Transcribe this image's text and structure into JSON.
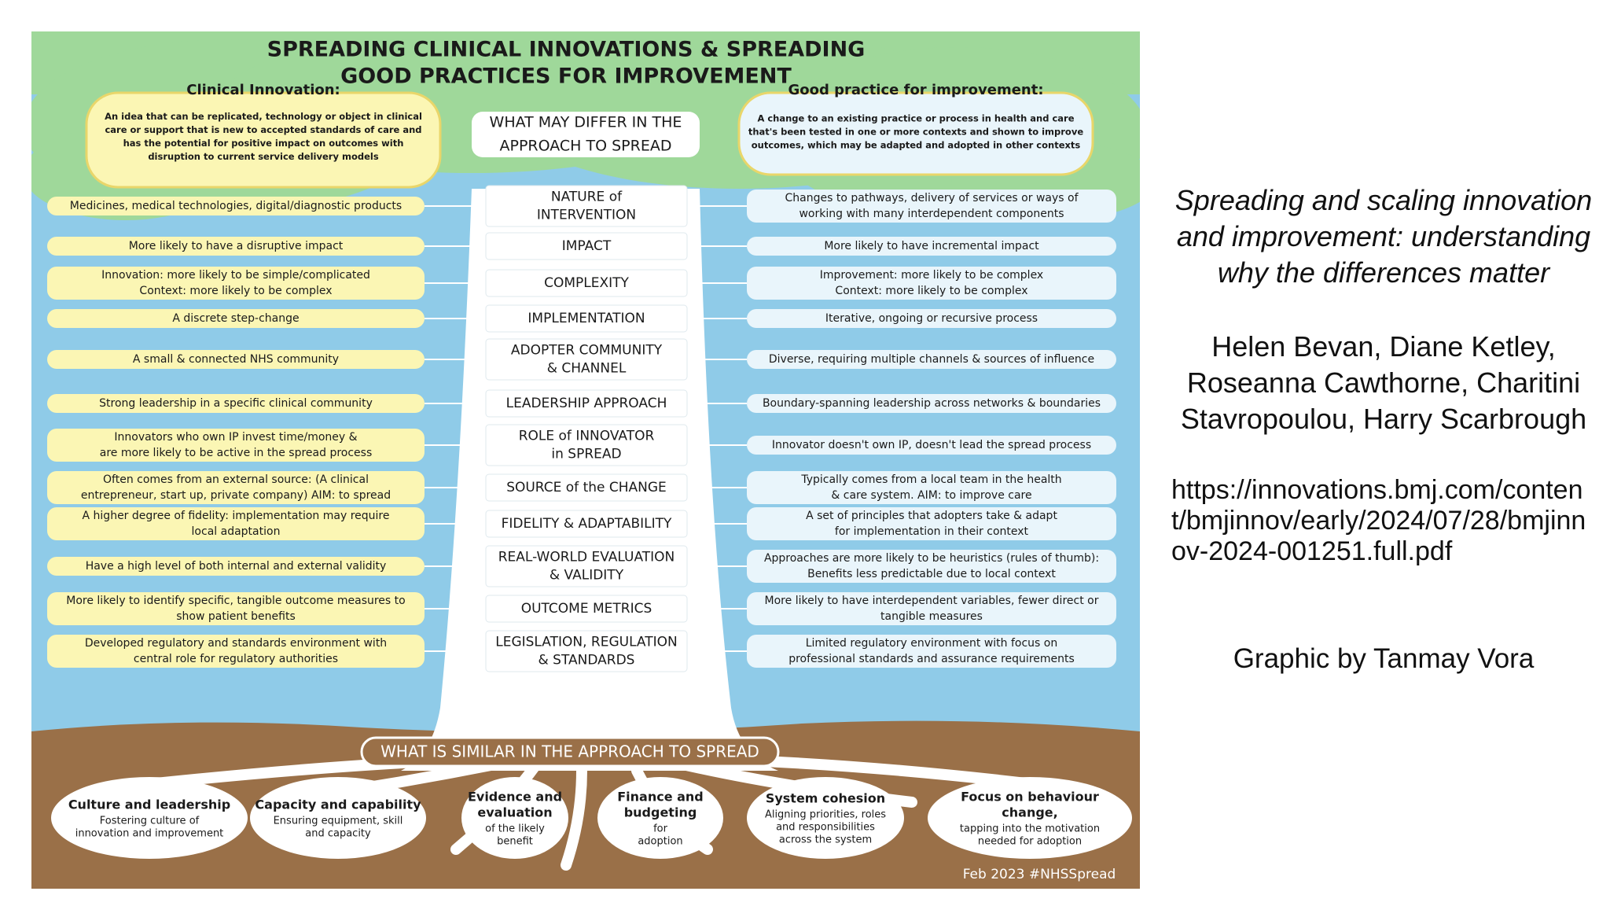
{
  "graphic": {
    "title_line1": "SPREADING CLINICAL INNOVATIONS & SPREADING",
    "title_line2": "GOOD PRACTICES FOR IMPROVEMENT",
    "clinical": {
      "heading": "Clinical Innovation:",
      "lines": [
        "An idea that can be replicated, technology or object in clinical",
        "care or support that is new to accepted standards of care and",
        "has the potential for positive impact on outcomes with",
        "disruption to current service delivery models"
      ]
    },
    "good_practice": {
      "heading": "Good practice for improvement:",
      "lines": [
        "A change to an existing practice or process in health and care",
        "that's been tested in one or more contexts and shown to improve",
        "outcomes, which may be adapted and adopted in other contexts"
      ]
    },
    "differ_lines": [
      "WHAT MAY DIFFER IN THE",
      "APPROACH TO SPREAD"
    ],
    "similar_label": "WHAT IS SIMILAR IN THE APPROACH TO SPREAD",
    "rows": [
      {
        "center": [
          "NATURE of",
          "INTERVENTION"
        ],
        "left": [
          "Medicines, medical technologies, digital/diagnostic products"
        ],
        "right": [
          "Changes to pathways, delivery of services or ways of",
          "working with many interdependent components"
        ]
      },
      {
        "center": [
          "IMPACT"
        ],
        "left": [
          "More likely to have a disruptive impact"
        ],
        "right": [
          "More likely to have incremental impact"
        ]
      },
      {
        "center": [
          "COMPLEXITY"
        ],
        "left": [
          "Innovation: more likely to be simple/complicated",
          "Context: more likely to be complex"
        ],
        "right": [
          "Improvement: more likely to be complex",
          "Context: more likely to be complex"
        ]
      },
      {
        "center": [
          "IMPLEMENTATION"
        ],
        "left": [
          "A discrete step-change"
        ],
        "right": [
          "Iterative, ongoing or recursive process"
        ]
      },
      {
        "center": [
          "ADOPTER COMMUNITY",
          "& CHANNEL"
        ],
        "left": [
          "A small & connected NHS community"
        ],
        "right": [
          "Diverse, requiring multiple channels & sources of influence"
        ]
      },
      {
        "center": [
          "LEADERSHIP APPROACH"
        ],
        "left": [
          "Strong leadership in a specific clinical community"
        ],
        "right": [
          "Boundary-spanning leadership across networks & boundaries"
        ]
      },
      {
        "center": [
          "ROLE of INNOVATOR",
          "in SPREAD"
        ],
        "left": [
          "Innovators who own IP invest time/money &",
          "are more likely to be active in the spread process"
        ],
        "right": [
          "Innovator doesn't own IP, doesn't lead the spread process"
        ]
      },
      {
        "center": [
          "SOURCE of the CHANGE"
        ],
        "left": [
          "Often comes from an external source: (A clinical",
          "entrepreneur, start up, private company) AIM: to spread"
        ],
        "right": [
          "Typically comes from a local team in the health",
          "& care system. AIM: to improve care"
        ]
      },
      {
        "center": [
          "FIDELITY & ADAPTABILITY"
        ],
        "left": [
          "A higher degree of fidelity: implementation may require",
          "local adaptation"
        ],
        "right": [
          "A set of principles that adopters take & adapt",
          "for implementation in their context"
        ]
      },
      {
        "center": [
          "REAL-WORLD EVALUATION",
          "& VALIDITY"
        ],
        "left": [
          "Have a high level of both internal and external validity"
        ],
        "right": [
          "Approaches are more likely to be heuristics (rules of thumb):",
          "Benefits less predictable due to local context"
        ]
      },
      {
        "center": [
          "OUTCOME METRICS"
        ],
        "left": [
          "More likely to identify specific, tangible outcome measures to",
          "show patient benefits"
        ],
        "right": [
          "More likely to have interdependent variables, fewer direct or",
          "tangible measures"
        ]
      },
      {
        "center": [
          "LEGISLATION, REGULATION",
          "& STANDARDS"
        ],
        "left": [
          "Developed regulatory and standards environment with",
          "central role for regulatory authorities"
        ],
        "right": [
          "Limited regulatory environment with focus on",
          "professional standards and assurance requirements"
        ]
      }
    ],
    "roots": [
      {
        "title": [
          "Culture and leadership"
        ],
        "body": [
          "Fostering culture of",
          "innovation and improvement"
        ]
      },
      {
        "title": [
          "Capacity and capability"
        ],
        "body": [
          "Ensuring equipment, skill",
          "and capacity"
        ]
      },
      {
        "title": [
          "Evidence and",
          "evaluation"
        ],
        "body": [
          "of the likely",
          "benefit"
        ]
      },
      {
        "title": [
          "Finance and",
          "budgeting"
        ],
        "body": [
          "for",
          "adoption"
        ]
      },
      {
        "title": [
          "System cohesion"
        ],
        "body": [
          "Aligning priorities, roles",
          "and responsibilities",
          "across the system"
        ]
      },
      {
        "title": [
          "Focus on behaviour",
          "change,"
        ],
        "body": [
          "tapping into the motivation",
          "needed for adoption"
        ]
      }
    ],
    "signature": "Feb 2023 #NHSSpread"
  },
  "side": {
    "title": "Spreading and scaling innovation and improvement: understanding why the differences matter",
    "authors": "Helen Bevan, Diane Ketley, Roseanna Cawthorne, Charitini Stavropoulou, Harry Scarbrough",
    "url": "https://innovations.bmj.com/content/bmjinnov/early/2024/07/28/bmjinnov-2024-001251.full.pdf",
    "credit": "Graphic by Tanmay Vora"
  },
  "colors": {
    "sky": "#8fcbe8",
    "canopy": "#9fd89a",
    "trunk": "#ffffff",
    "soil": "#9a7048",
    "label_fill": "#fbf6b4",
    "right_label_fill": "#e9f5fb",
    "text": "#1a1a1a"
  }
}
